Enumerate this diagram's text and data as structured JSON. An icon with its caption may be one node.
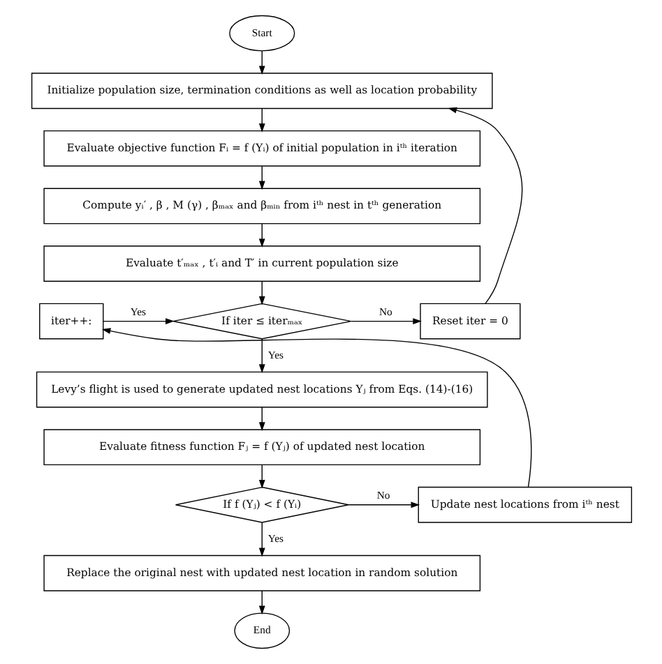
{
  "diagram": {
    "nodes": [
      {
        "text": [
          "Start"
        ]
      },
      {
        "text": [
          "Initialize population size, termination conditions as well as location probability"
        ]
      },
      {
        "text": [
          "Evaluate objective function Fᵢ = f (Yᵢ) of initial population in iᵗʰ iteration"
        ]
      },
      {
        "text": [
          "Compute yᵢ′ , β , M (γ) , βₘₐₓ and βₘᵢₙ from iᵗʰ nest in tᵗʰ generation"
        ]
      },
      {
        "text": [
          "Evaluate t′ₘₐₓ , t′ᵢ and T′ in current population size"
        ]
      },
      {
        "text": [
          "If iter ≤ iterₘₐₓ"
        ]
      },
      {
        "text": [
          "Reset iter = 0"
        ]
      },
      {
        "text": [
          "iter++:"
        ]
      },
      {
        "text": [
          "Levy’s flight is used to generate updated nest locations Yⱼ from Eqs. (14)-(16)"
        ]
      },
      {
        "text": [
          "Evaluate fitness function Fⱼ = f (Yⱼ) of updated nest location"
        ]
      },
      {
        "text": [
          "If f (Yⱼ) < f (Yᵢ)"
        ]
      },
      {
        "text": [
          "Update nest locations from iᵗʰ nest"
        ]
      },
      {
        "text": [
          "Replace the original nest with updated nest location in random solution"
        ]
      },
      {
        "text": [
          "End"
        ]
      }
    ],
    "edges": [
      {
        "from": 0,
        "to": 1,
        "arrow": "to"
      },
      {
        "from": 1,
        "to": 2,
        "arrow": "to"
      },
      {
        "from": 2,
        "to": 3,
        "arrow": "to"
      },
      {
        "from": 3,
        "to": 4,
        "arrow": "to"
      },
      {
        "from": 4,
        "to": 5,
        "arrow": "to"
      },
      {
        "from": 5,
        "to": 6,
        "arrow": "to",
        "label": "No"
      },
      {
        "from": 6,
        "to": 1,
        "arrow": "to"
      },
      {
        "from": 7,
        "to": 5,
        "arrow": "to",
        "label": "Yes"
      },
      {
        "from": 5,
        "to": 8,
        "arrow": "to",
        "label": "Yes"
      },
      {
        "from": 8,
        "to": 9,
        "arrow": "to"
      },
      {
        "from": 9,
        "to": 10,
        "arrow": "to"
      },
      {
        "from": 10,
        "to": 11,
        "arrow": "to",
        "label": "No"
      },
      {
        "from": 11,
        "to": 7,
        "arrow": "to"
      },
      {
        "from": 10,
        "to": 12,
        "arrow": "to",
        "label": "Yes"
      },
      {
        "from": 12,
        "to": 13,
        "arrow": "to"
      }
    ]
  }
}
